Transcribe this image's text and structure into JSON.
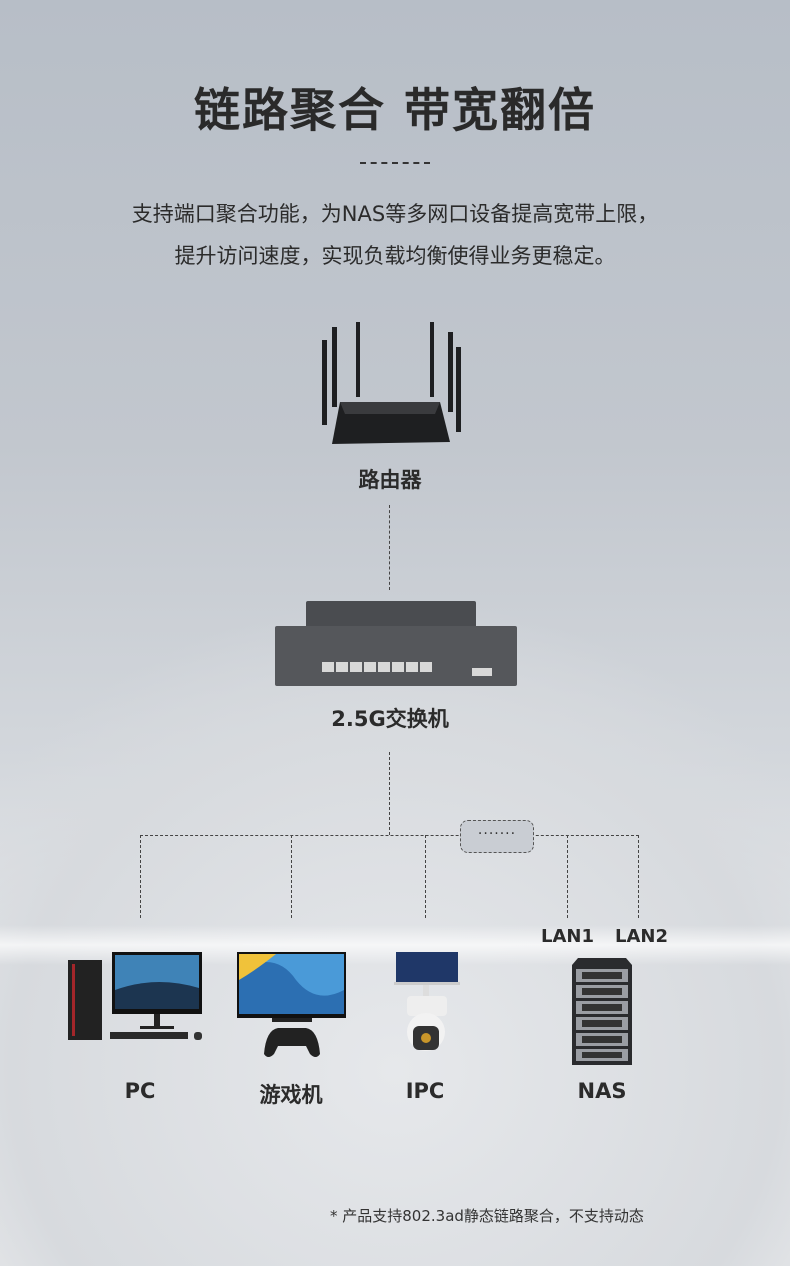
{
  "header": {
    "title": "链路聚合 带宽翻倍",
    "line1": "支持端口聚合功能，为NAS等多网口设备提高宽带上限，",
    "line2": "提升访问速度，实现负载均衡使得业务更稳定。"
  },
  "diagram": {
    "router_label": "路由器",
    "switch_label": "2.5G交换机",
    "more_label": "·······",
    "devices": [
      {
        "label": "PC"
      },
      {
        "label": "游戏机"
      },
      {
        "label": "IPC"
      },
      {
        "label": "NAS"
      }
    ],
    "nas_ports": [
      "LAN1",
      "LAN2"
    ]
  },
  "footnote": "*  产品支持802.3ad静态链路聚合，不支持动态"
}
